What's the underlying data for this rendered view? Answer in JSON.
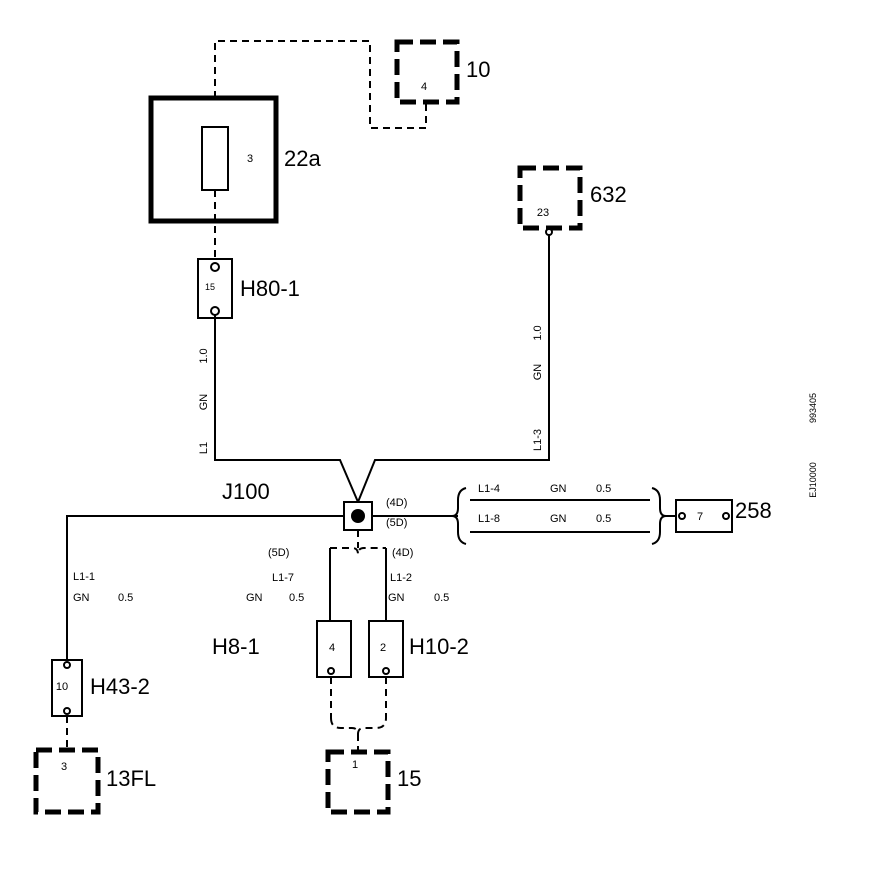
{
  "components": {
    "c22a": {
      "label": "22a",
      "pin": "3"
    },
    "c10": {
      "label": "10",
      "pin": "4"
    },
    "c632": {
      "label": "632",
      "pin": "23"
    },
    "h80": {
      "label": "H80-1",
      "pin": "15"
    },
    "j100": {
      "label": "J100",
      "tag_4d": "(4D)",
      "tag_5d": "(5D)"
    },
    "c258": {
      "label": "258",
      "pin": "7"
    },
    "h8": {
      "label": "H8-1",
      "pin": "4"
    },
    "h10": {
      "label": "H10-2",
      "pin": "2"
    },
    "h43": {
      "label": "H43-2",
      "pin": "10"
    },
    "c13fl": {
      "label": "13FL",
      "pin": "3"
    },
    "c15": {
      "label": "15",
      "pin": "1"
    }
  },
  "wires": {
    "left_vertical": {
      "size": "1.0",
      "color": "GN",
      "id": "L1"
    },
    "right_vertical": {
      "size": "1.0",
      "color": "GN",
      "id": "L1-3"
    },
    "l1_4": {
      "id": "L1-4",
      "color": "GN",
      "size": "0.5"
    },
    "l1_8": {
      "id": "L1-8",
      "color": "GN",
      "size": "0.5"
    },
    "l1_1": {
      "id": "L1-1",
      "color": "GN",
      "size": "0.5"
    },
    "l1_7": {
      "id": "L1-7",
      "color": "GN",
      "size": "0.5",
      "tag": "(5D)"
    },
    "l1_2": {
      "id": "L1-2",
      "color": "GN",
      "size": "0.5",
      "tag": "(4D)"
    }
  },
  "side_codes": {
    "code1": "993405",
    "code2": "EJ10000"
  }
}
